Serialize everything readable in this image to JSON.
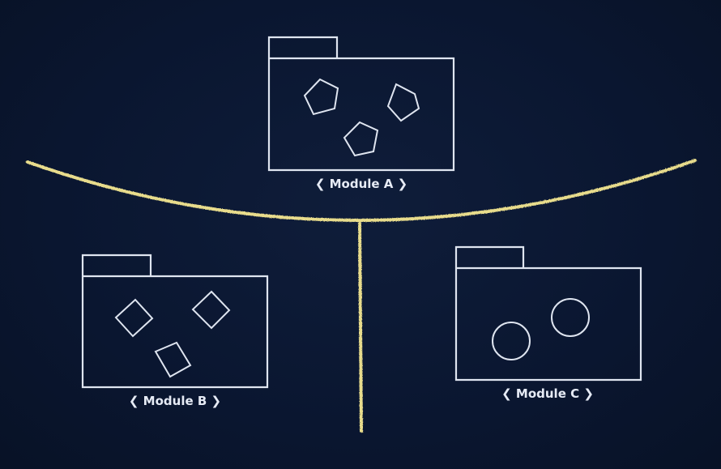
{
  "modules": [
    {
      "id": "a",
      "label": "❮ Module A ❯",
      "shape": "pentagon",
      "count": 3
    },
    {
      "id": "b",
      "label": "❮ Module B ❯",
      "shape": "square",
      "count": 3
    },
    {
      "id": "c",
      "label": "❮ Module C ❯",
      "shape": "circle",
      "count": 2
    }
  ],
  "colors": {
    "background": "#0b1730",
    "outline": "#dfe5f0",
    "divider": "#e8dc8c"
  }
}
